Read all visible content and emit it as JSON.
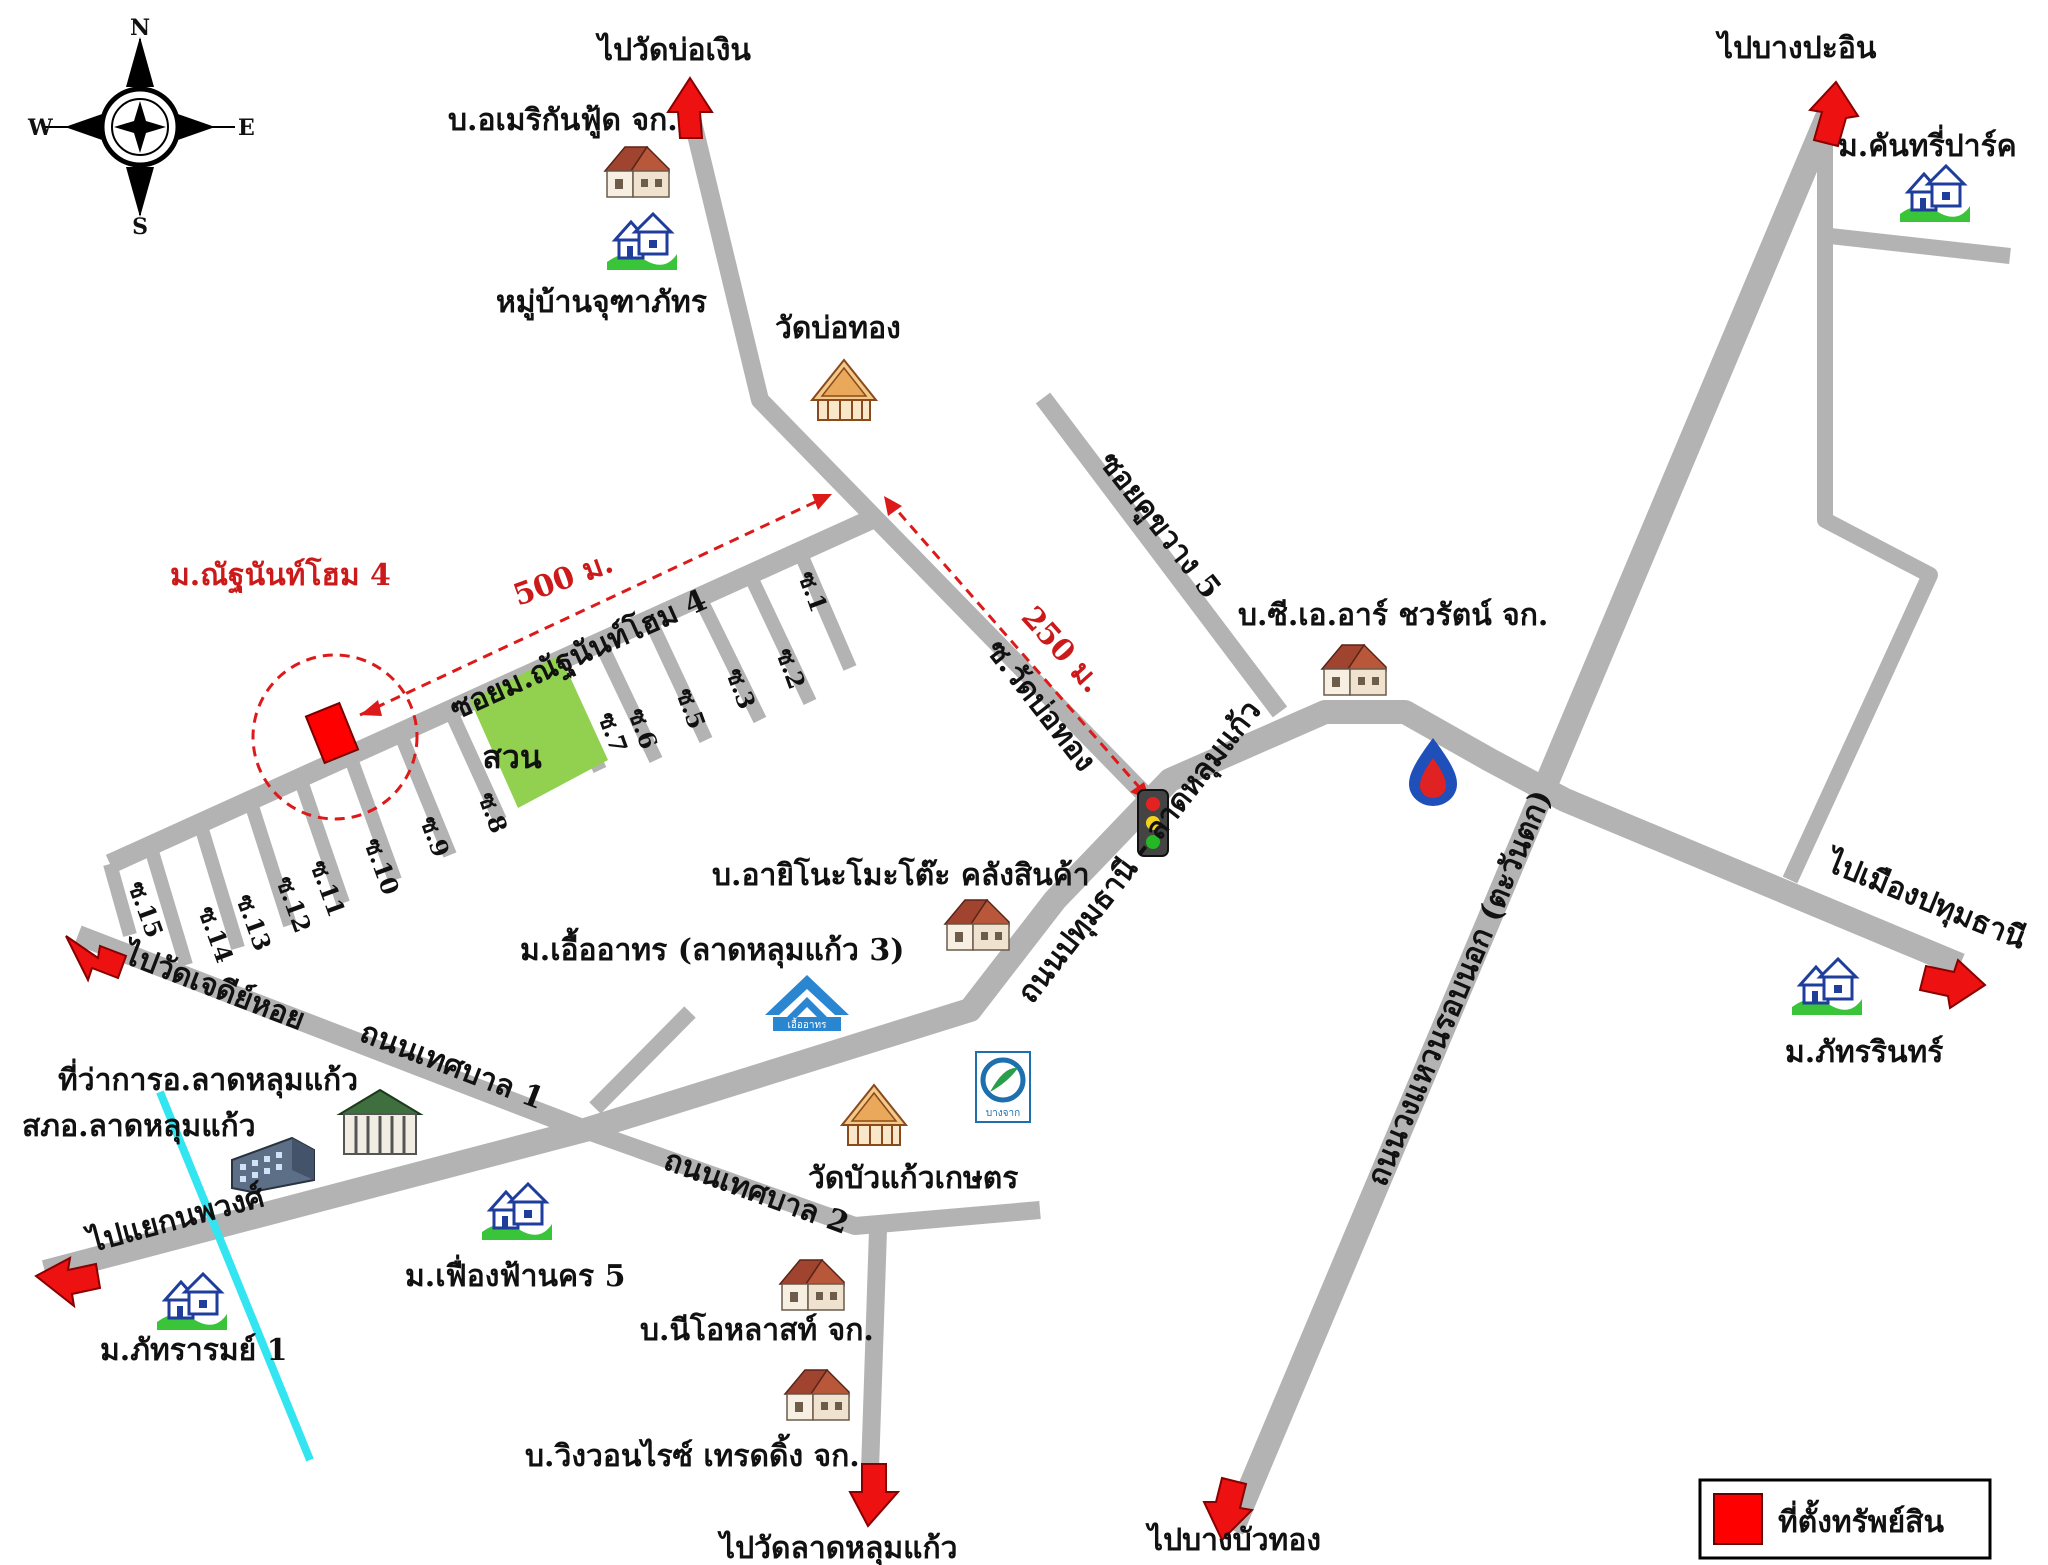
{
  "compass": {
    "north": "N",
    "south": "S",
    "east": "E",
    "west": "W"
  },
  "roads": {
    "thesaban1": "ถนนเทศบาล 1",
    "thesaban2": "ถนนเทศบาล 2",
    "pathum_lat": "ถนนปทุมธานี - ลาดหลุมแก้ว",
    "ring_road": "ถนนวงแหวนรอบนอก (ตะวันตก)",
    "soi_wat_bo_thong": "ซ.วัดบ่อทอง",
    "soi_khu_khwang": "ซอยคูขวาง 5",
    "soi_natnan": "ซอยม.ณัฐนันท์โฮม 4"
  },
  "directions": {
    "wat_bo_ngoen": "ไปวัดบ่อเงิน",
    "bang_pa_in": "ไปบางปะอิน",
    "mueang_pathum": "ไปเมืองปทุมธานี",
    "bang_bua_thong": "ไปบางบัวทอง",
    "wat_lat_lum_kaeo": "ไปวัดลาดหลุมแก้ว",
    "yaek_nop_phawong": "ไปแยกนพวงศ์",
    "wat_chedi_hoi": "ไปวัดเจดีย์หอย"
  },
  "places": {
    "american_food": "บ.อเมริกันฟู้ด จก.",
    "chuthaphat": "หมู่บ้านจุฑาภัทร",
    "wat_bo_thong": "วัดบ่อทอง",
    "country_park": "ม.คันทรี่ปาร์ค",
    "cr_chawarat": "บ.ซี.เอ.อาร์ ชวรัตน์ จก.",
    "ayinomoto": "บ.อายิโนะโมะโต๊ะ คลังสินค้า",
    "ue_athon": "ม.เอื้ออาทร (ลาดหลุมแก้ว 3)",
    "phattharin": "ม.ภัทรรินทร์",
    "district_office": "ที่ว่าการอ.ลาดหลุมแก้ว",
    "police": "สภอ.ลาดหลุมแก้ว",
    "wat_bua_kaeo": "วัดบัวแก้วเกษตร",
    "fueang_fa": "ม.เฟื่องฟ้านคร 5",
    "neo_lars": "บ.นีโอหลาสท์ จก.",
    "wingwon": "บ.วิงวอนไรซ์ เทรดดิ้ง จก.",
    "phattharam": "ม.ภัทรารมย์ 1",
    "bangchak": "บางจาก",
    "ue_athon_logo": "เอื้ออาทร"
  },
  "target": {
    "name": "ม.ณัฐนันท์โฮม 4",
    "dist_500": "500 ม.",
    "dist_250": "250 ม.",
    "park": "สวน"
  },
  "sois": [
    "ซ.1",
    "ซ.2",
    "ซ.3",
    "ซ.5",
    "ซ.6",
    "ซ.7",
    "ซ.8",
    "ซ.9",
    "ซ.10",
    "ซ.11",
    "ซ.12",
    "ซ.13",
    "ซ.14",
    "ซ.15"
  ],
  "legend": {
    "label": "ที่ตั้งทรัพย์สิน"
  },
  "colors": {
    "road": "#b3b3b3",
    "arrow": "#ee1111",
    "marker": "#ff0000",
    "park": "#92d050",
    "canal": "#33e5f0",
    "dashed": "#dd1a1a"
  },
  "icons": {
    "house": "house-icon",
    "village": "village-icon",
    "temple": "temple-icon",
    "traffic_light": "traffic-light-icon",
    "ptt": "ptt-logo-icon",
    "bangchak": "bangchak-logo-icon",
    "ue_athon": "ue-athon-logo-icon",
    "government": "government-building-icon",
    "police": "police-building-icon",
    "compass": "compass-icon"
  }
}
